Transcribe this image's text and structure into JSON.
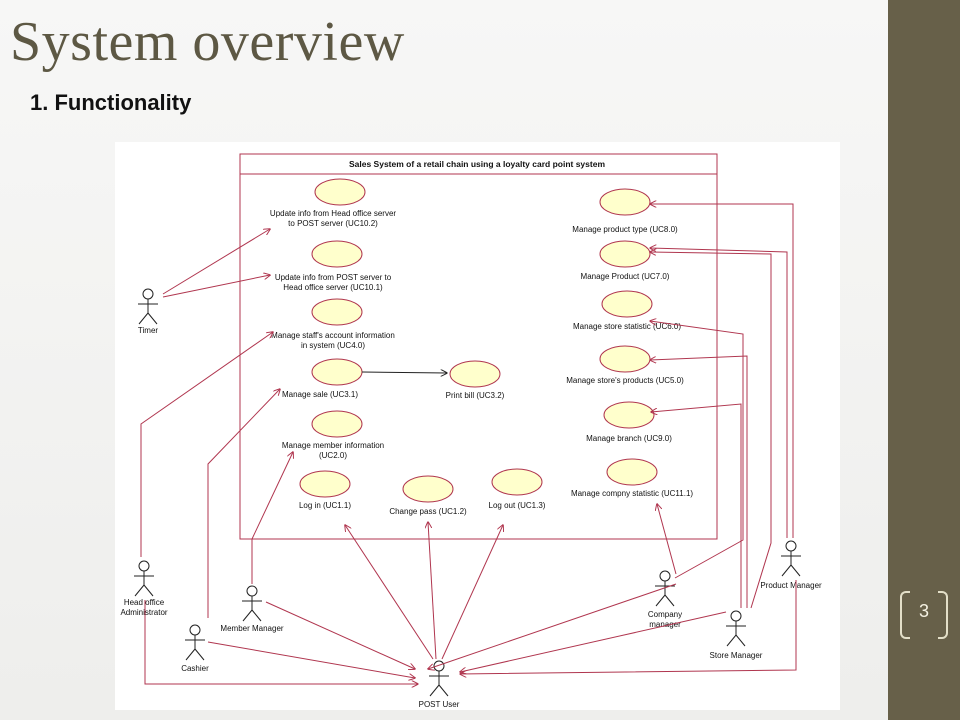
{
  "slide": {
    "title": "System overview",
    "subtitle": "1. Functionality",
    "page_number": "3",
    "colors": {
      "sidebar": "#676049",
      "title": "#5d5844",
      "usecase_fill": "#ffffcc",
      "connector": "#b0364f"
    }
  },
  "diagram": {
    "system_title": "Sales System of a retail chain using a loyalty card point system",
    "use_cases": {
      "uc10_2": [
        "Update info from Head office server",
        "to POST server (UC10.2)"
      ],
      "uc10_1": [
        "Update info from POST server to",
        "Head office server (UC10.1)"
      ],
      "uc4_0": [
        "Manage staff's account information",
        "in system (UC4.0)"
      ],
      "uc3_1": [
        "Manage sale (UC3.1)"
      ],
      "uc3_2": [
        "Print bill (UC3.2)"
      ],
      "uc2_0": [
        "Manage member information",
        "(UC2.0)"
      ],
      "uc1_1": [
        "Log in (UC1.1)"
      ],
      "uc1_2": [
        "Change pass (UC1.2)"
      ],
      "uc1_3": [
        "Log out (UC1.3)"
      ],
      "uc8_0": [
        "Manage product type (UC8.0)"
      ],
      "uc7_0": [
        "Manage Product (UC7.0)"
      ],
      "uc6_0": [
        "Manage store statistic (UC6.0)"
      ],
      "uc5_0": [
        "Manage store's products (UC5.0)"
      ],
      "uc9_0": [
        "Manage branch (UC9.0)"
      ],
      "uc11_1": [
        "Manage compny statistic (UC11.1)"
      ]
    },
    "actors": {
      "timer": [
        "Timer"
      ],
      "head_office_admin": [
        "Head office",
        "Administrator"
      ],
      "cashier": [
        "Cashier"
      ],
      "member_manager": [
        "Member Manager"
      ],
      "post_user": [
        "POST User"
      ],
      "company_manager": [
        "Company",
        "manager"
      ],
      "store_manager": [
        "Store Manager"
      ],
      "product_manager": [
        "Product Manager"
      ]
    }
  }
}
